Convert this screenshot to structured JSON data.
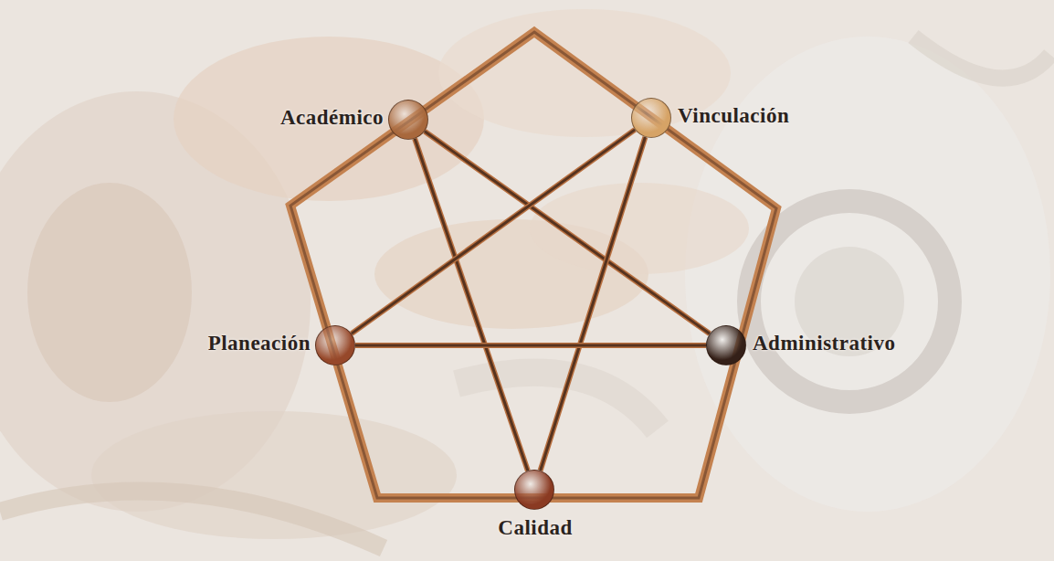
{
  "diagram": {
    "nodes": [
      {
        "text": [
          "Académico"
        ]
      },
      {
        "text": [
          "Vinculación"
        ]
      },
      {
        "text": [
          "Planeación"
        ]
      },
      {
        "text": [
          "Administrativo"
        ]
      },
      {
        "text": [
          "Calidad"
        ]
      }
    ],
    "edges": [
      {
        "from": 0,
        "to": 4,
        "arrow": "none"
      },
      {
        "from": 0,
        "to": 3,
        "arrow": "none"
      },
      {
        "from": 1,
        "to": 2,
        "arrow": "none"
      },
      {
        "from": 1,
        "to": 4,
        "arrow": "none"
      },
      {
        "from": 2,
        "to": 3,
        "arrow": "none"
      }
    ]
  }
}
